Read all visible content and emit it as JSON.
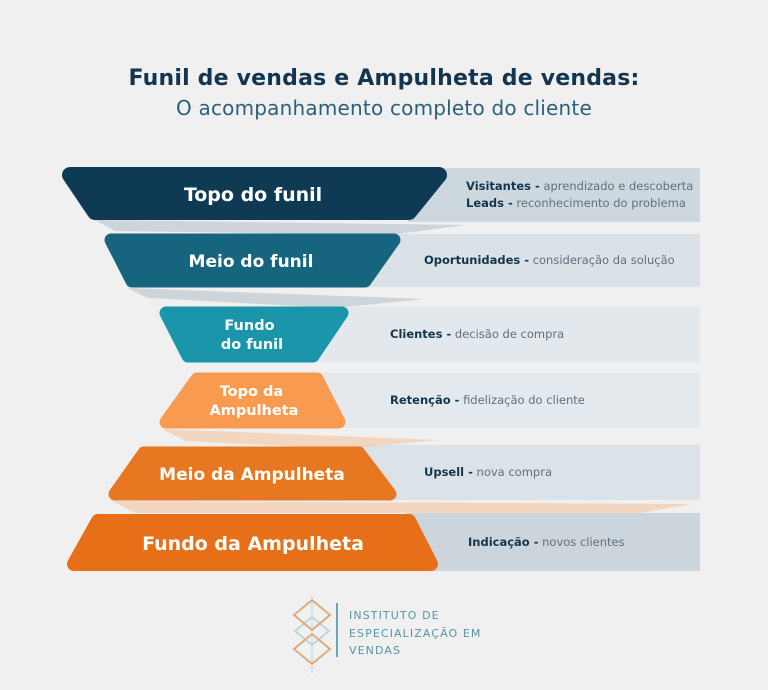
{
  "header": {
    "title": "Funil de vendas e Ampulheta de vendas:",
    "subtitle": "O acompanhamento completo do cliente"
  },
  "rows": [
    {
      "shape": {
        "label": "Topo do funil",
        "color": "#0e3a54"
      },
      "info": {
        "lines": [
          {
            "term": "Visitantes -",
            "desc": "aprendizado e descoberta"
          },
          {
            "term": "Leads -",
            "desc": "reconhecimento do problema"
          }
        ]
      }
    },
    {
      "shape": {
        "label": "Meio do funil",
        "color": "#16647e"
      },
      "info": {
        "lines": [
          {
            "term": "Oportunidades -",
            "desc": "consideração da solução"
          }
        ]
      }
    },
    {
      "shape": {
        "line1": "Fundo",
        "line2": "do funil",
        "color": "#1b95a9"
      },
      "info": {
        "lines": [
          {
            "term": "Clientes -",
            "desc": "decisão de compra"
          }
        ]
      }
    },
    {
      "shape": {
        "line1": "Topo da",
        "line2": "Ampulheta",
        "color": "#f89b51"
      },
      "info": {
        "lines": [
          {
            "term": "Retenção -",
            "desc": "fidelização do cliente"
          }
        ]
      }
    },
    {
      "shape": {
        "label": "Meio da Ampulheta",
        "color": "#e87721"
      },
      "info": {
        "lines": [
          {
            "term": "Upsell -",
            "desc": "nova compra"
          }
        ]
      }
    },
    {
      "shape": {
        "label": "Fundo da Ampulheta",
        "color": "#e66f17"
      },
      "info": {
        "lines": [
          {
            "term": "Indicação -",
            "desc": "novos clientes"
          }
        ]
      }
    }
  ],
  "palette": {
    "title_navy": "#133550",
    "subtitle_blue": "#2c5f7c",
    "ribbon_gray": "#c9d2d7",
    "ribbon_peach": "#f3c7a6",
    "footer_teal": "#5595a5"
  },
  "footer": {
    "org_line1": "INSTITUTO DE",
    "org_line2": "ESPECIALIZAÇÃO EM",
    "org_line3": "VENDAS"
  }
}
